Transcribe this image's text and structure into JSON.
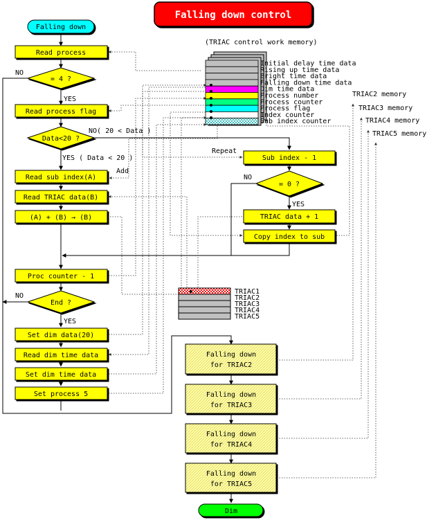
{
  "title": "Falling down control",
  "start": "Falling down",
  "end": "Dim",
  "steps": {
    "read_process": "Read process",
    "eq4": "= 4 ?",
    "read_process_flag": "Read process flag",
    "data_lt20": "Data<20 ?",
    "read_sub_index": "Read sub index(A)",
    "read_triac_data": "Read TRIAC data(B)",
    "sum": "(A) + (B) → (B)",
    "proc_counter": "Proc counter - 1",
    "end_q": "End ?",
    "set_dim_data": "Set dim data(20)",
    "read_dim_time": "Read dim time data",
    "set_dim_time": "Set dim time data",
    "set_process5": "Set process 5",
    "sub_index": "Sub index - 1",
    "eq0": "= 0 ?",
    "triac_data": "TRIAC data + 1",
    "copy_index": "Copy index to sub"
  },
  "labels": {
    "no": "NO",
    "yes": "YES",
    "no_20": "NO( 20 < Data )",
    "yes_data": "YES ( Data < 20 )",
    "repeat": "Repeat",
    "add": "Add"
  },
  "memory": {
    "title": "(TRIAC control work memory)",
    "rows": [
      "Initial delay time data",
      "Rising up time data",
      "Bright time data",
      "Falling down time data",
      "Dim time data",
      "Process number",
      "Process counter",
      "Process flag",
      "Index counter",
      "Sub index counter"
    ],
    "row_colors": [
      "#c0c0c0",
      "#c0c0c0",
      "#c0c0c0",
      "#c0c0c0",
      "#ff00ff",
      "#ffff00",
      "#00ff80",
      "#00ffff",
      "#ffffff",
      "#a0e0e0"
    ]
  },
  "triacs": [
    "TRIAC1",
    "TRIAC2",
    "TRIAC3",
    "TRIAC4",
    "TRIAC5"
  ],
  "triac_memory": [
    "TRIAC2 memory",
    "TRIAC3 memory",
    "TRIAC4 memory",
    "TRIAC5 memory"
  ],
  "subprocs": [
    {
      "line1": "Falling down",
      "line2": "for TRIAC2"
    },
    {
      "line1": "Falling down",
      "line2": "for TRIAC3"
    },
    {
      "line1": "Falling down",
      "line2": "for TRIAC4"
    },
    {
      "line1": "Falling down",
      "line2": "for TRIAC5"
    }
  ],
  "colors": {
    "title_bg": "#ff0000",
    "box": "#ffff00",
    "start": "#00ffff",
    "end": "#00ff00",
    "hatch": "#ffffa0"
  }
}
